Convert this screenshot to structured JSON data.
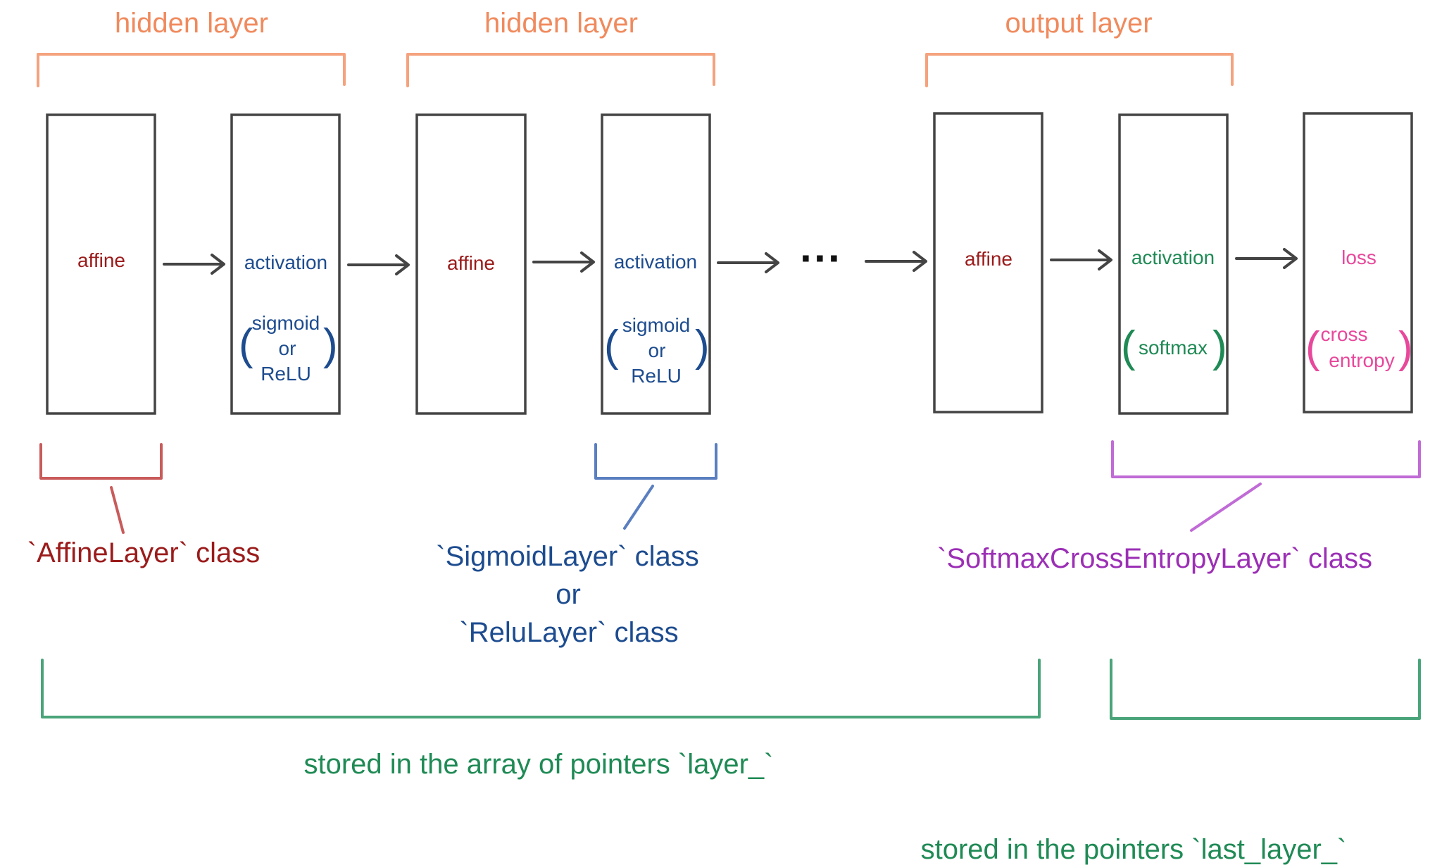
{
  "colors": {
    "box_stroke": "#444444",
    "arrow": "#444444",
    "hidden_layer": "#f08a5d",
    "affine": "#9b1b1b",
    "activation_hidden": "#1d4c8f",
    "activation_output": "#1f8a55",
    "loss": "#e8489b",
    "affine_class": "#9b1b1b",
    "sigmoid_class": "#1d4c8f",
    "softmax_class": "#9b2fb5",
    "stored_array": "#1f8a55",
    "stored_pointer": "#1f8a55",
    "bracket_affine": "#c95b5b",
    "bracket_sigmoid": "#5a7fc0",
    "bracket_softmax": "#c06bd6",
    "bracket_stored": "#4aa47a"
  },
  "top_labels": {
    "hidden_1": "hidden layer",
    "hidden_2": "hidden layer",
    "output": "output layer"
  },
  "boxes": {
    "affine_1": {
      "label": "affine"
    },
    "activation_1": {
      "label": "activation",
      "sub_line1": "sigmoid",
      "sub_line2": "or",
      "sub_line3": "ReLU"
    },
    "affine_2": {
      "label": "affine"
    },
    "activation_2": {
      "label": "activation",
      "sub_line1": "sigmoid",
      "sub_line2": "or",
      "sub_line3": "ReLU"
    },
    "affine_out": {
      "label": "affine"
    },
    "activation_out": {
      "label": "activation",
      "sub": "softmax"
    },
    "loss": {
      "label": "loss",
      "sub_line1": "cross",
      "sub_line2": "entropy"
    }
  },
  "ellipsis": "···",
  "class_labels": {
    "affine": "`AffineLayer` class",
    "sigmoid": "`SigmoidLayer` class",
    "or": "or",
    "relu": "`ReluLayer` class",
    "softmax": "`SoftmaxCrossEntropyLayer` class"
  },
  "storage_labels": {
    "array": "stored in the array of pointers `layer_`",
    "pointer": "stored in the pointers `last_layer_`"
  }
}
